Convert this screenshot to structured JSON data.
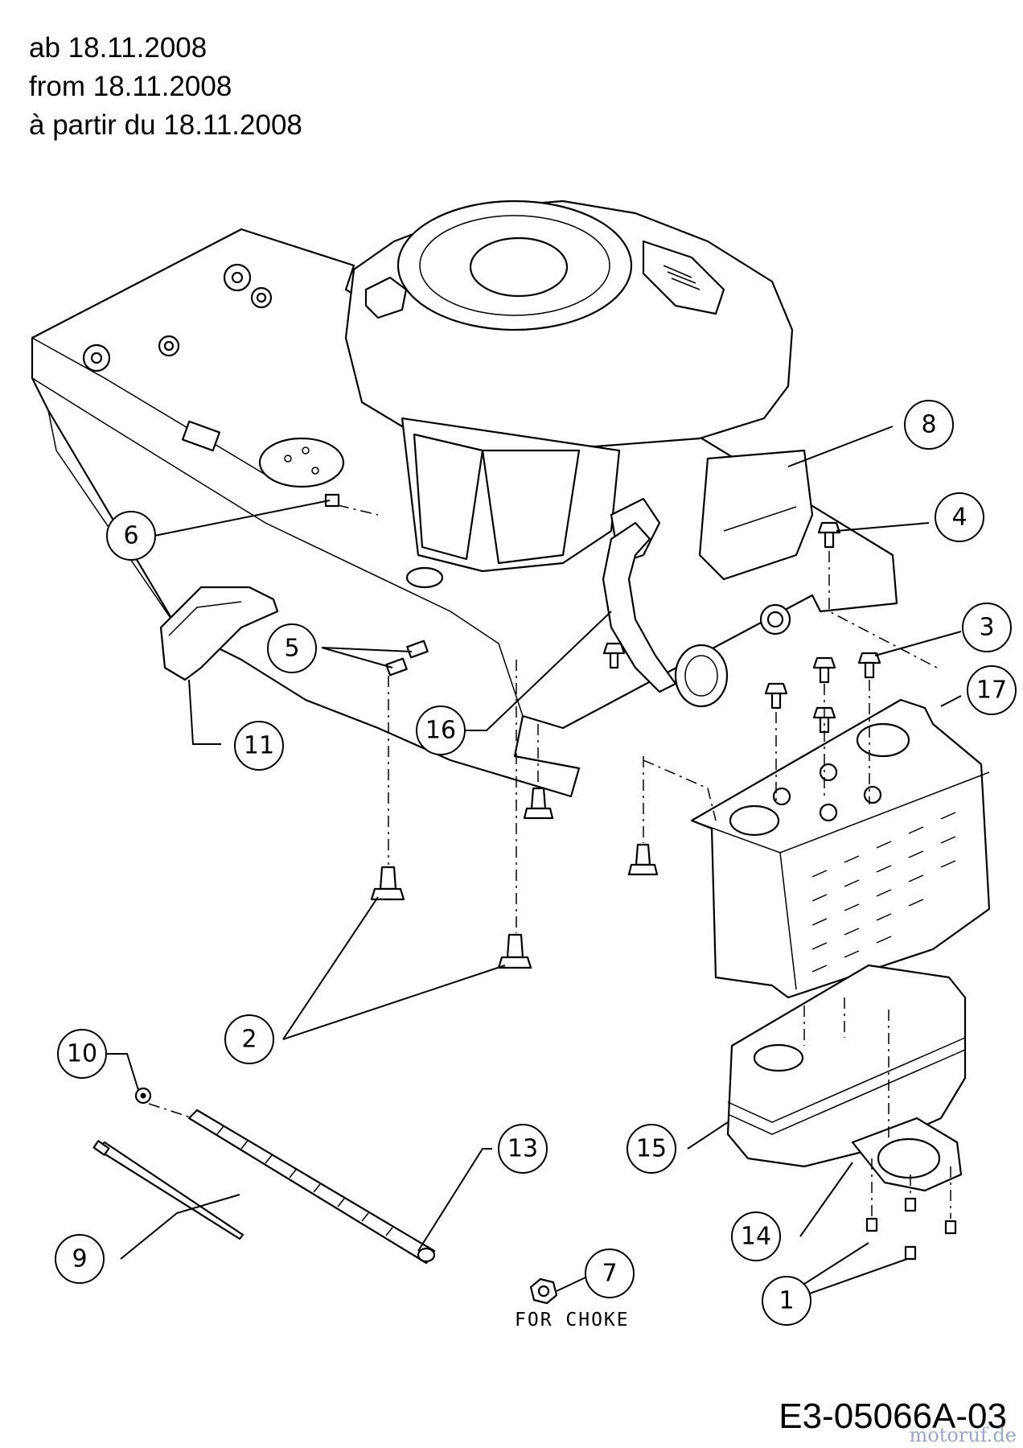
{
  "header": {
    "lines": [
      "ab 18.11.2008",
      "from 18.11.2008",
      "à partir du 18.11.2008"
    ]
  },
  "callouts": [
    "1",
    "2",
    "3",
    "4",
    "5",
    "6",
    "7",
    "8",
    "9",
    "10",
    "11",
    "13",
    "14",
    "15",
    "16",
    "17"
  ],
  "note_text": "FOR CHOKE",
  "doc_number": "E3-05066A-03",
  "watermark_text": "motoruf.de"
}
